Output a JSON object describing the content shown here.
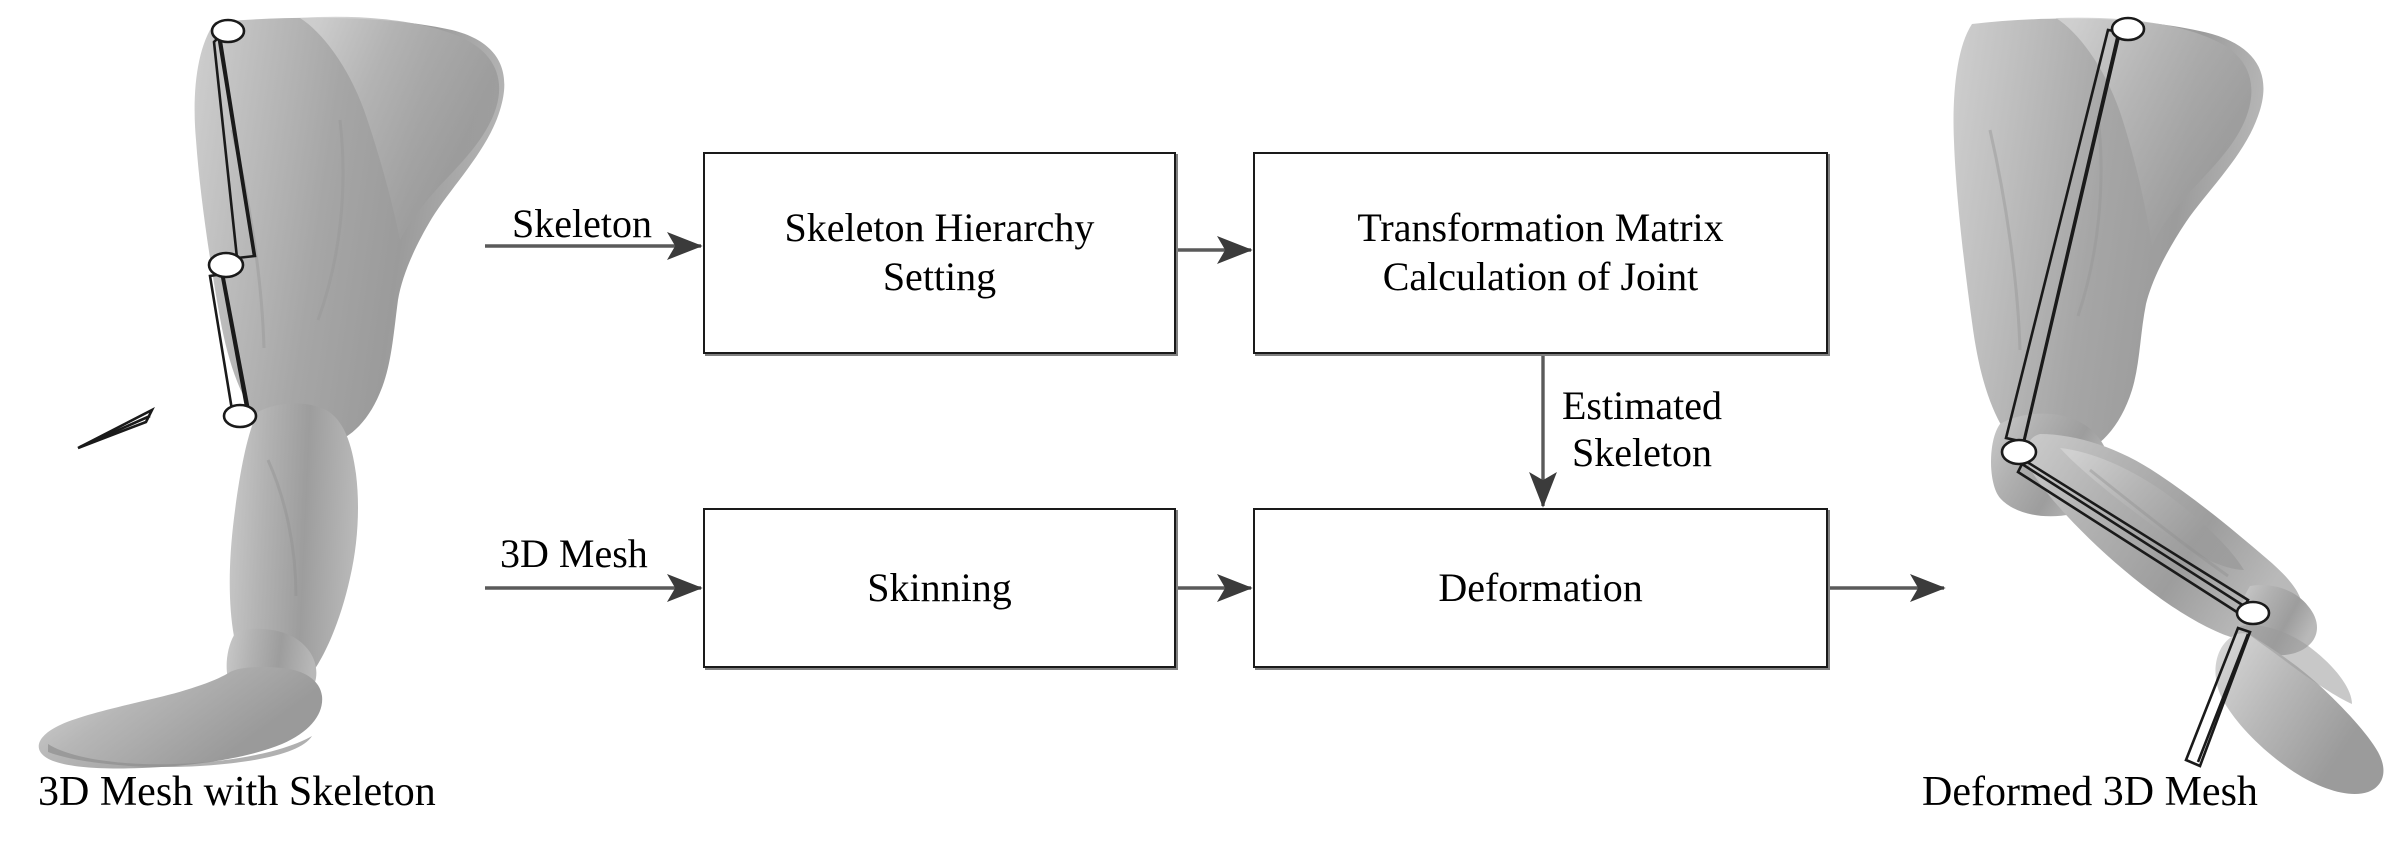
{
  "figure": {
    "title": "Skeleton-driven 3D mesh deformation pipeline",
    "background_color": "#ffffff",
    "line_color": "#4d4d4d",
    "box_border_color": "#1a1a1a",
    "box_shadow_color": "#808080",
    "mesh_color": "#a8a8a8"
  },
  "boxes": [
    {
      "id": "skeleton-hierarchy-setting",
      "label": "Skeleton Hierarchy\nSetting"
    },
    {
      "id": "transformation-matrix-joint",
      "label": "Transformation Matrix\nCalculation of Joint"
    },
    {
      "id": "skinning",
      "label": "Skinning"
    },
    {
      "id": "deformation",
      "label": "Deformation"
    }
  ],
  "edge_labels": {
    "skeleton_input": "Skeleton",
    "mesh_input": "3D Mesh",
    "estimated_skeleton": "Estimated\nSkeleton"
  },
  "captions": {
    "left": "3D Mesh with Skeleton",
    "right": "Deformed 3D Mesh"
  },
  "images": {
    "left": {
      "name": "rest-pose-leg-mesh-with-skeleton",
      "description": "Gray shaded 3D leg mesh in rest pose with wireframe skeleton bones and joint circles at hip, knee and ankle"
    },
    "right": {
      "name": "deformed-leg-mesh",
      "description": "Gray shaded 3D leg mesh deformed into a bent-knee pose with the skeleton bones rotated at the knee and ankle"
    }
  },
  "connectors": [
    {
      "from": "skeleton-input",
      "to": "skeleton-hierarchy-setting",
      "orientation": "horizontal"
    },
    {
      "from": "skeleton-hierarchy-setting",
      "to": "transformation-matrix-joint",
      "orientation": "horizontal"
    },
    {
      "from": "transformation-matrix-joint",
      "to": "deformation",
      "orientation": "vertical",
      "label": "Estimated Skeleton"
    },
    {
      "from": "mesh-input",
      "to": "skinning",
      "orientation": "horizontal"
    },
    {
      "from": "skinning",
      "to": "deformation",
      "orientation": "horizontal"
    },
    {
      "from": "deformation",
      "to": "deformed-leg-mesh",
      "orientation": "horizontal"
    }
  ]
}
